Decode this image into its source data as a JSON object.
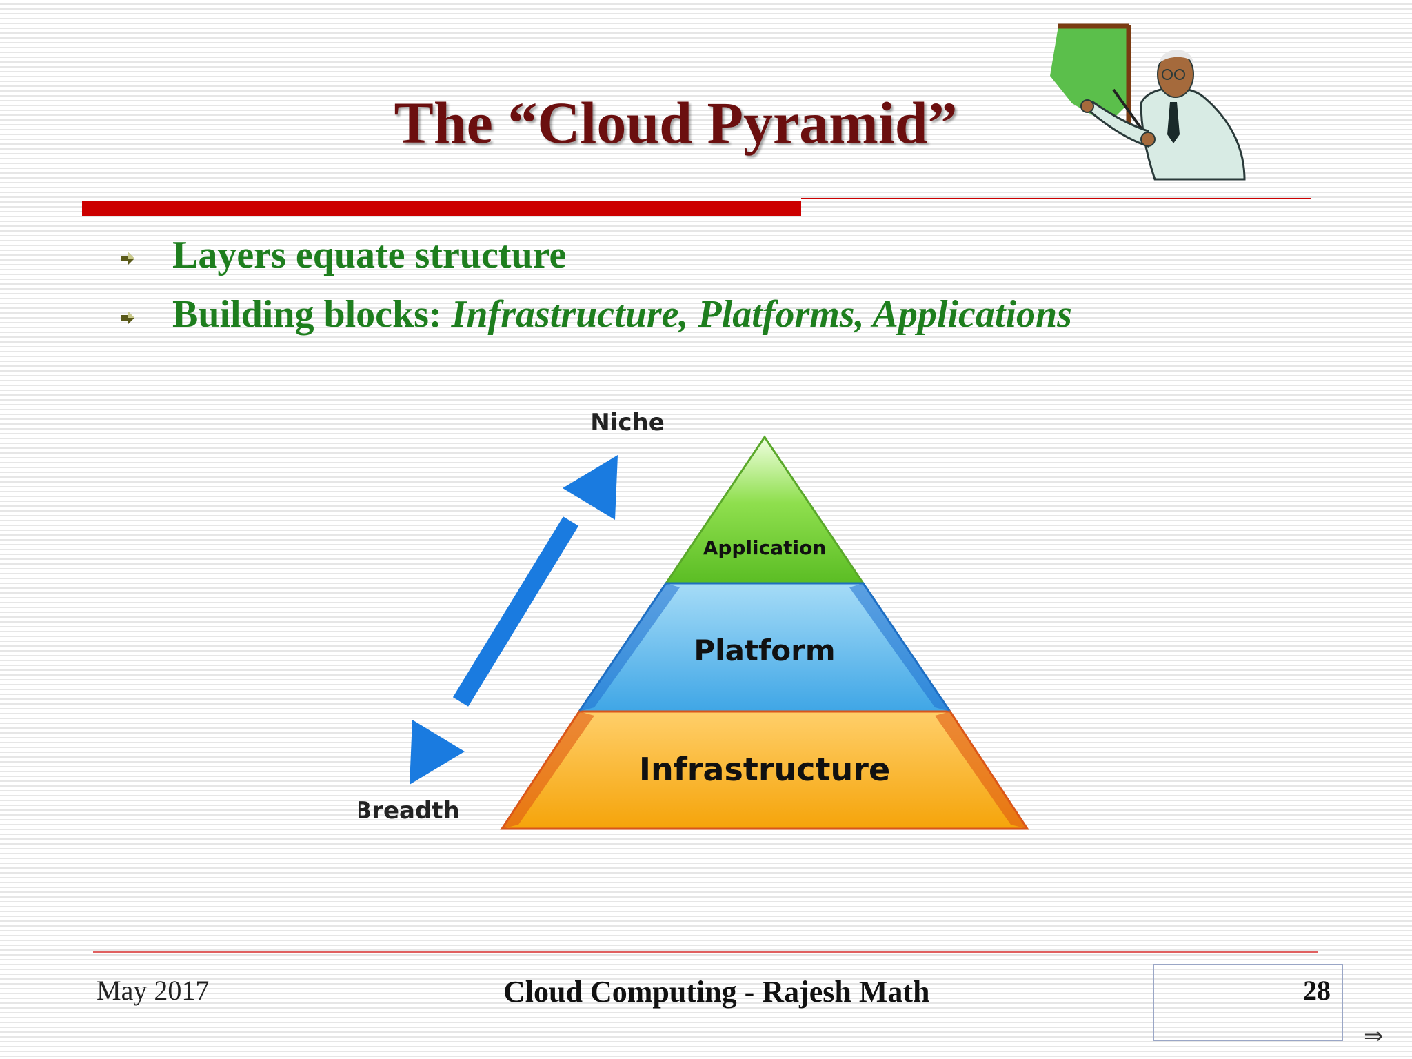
{
  "slide": {
    "title": "The “Cloud Pyramid”",
    "bullets": [
      {
        "text": "Layers equate structure"
      },
      {
        "lead": "Building blocks: ",
        "italic": "Infrastructure, Platforms, Applications"
      }
    ]
  },
  "diagram": {
    "layers": [
      {
        "label": "Application",
        "color": "#6fcf35"
      },
      {
        "label": "Platform",
        "color": "#4fb3ea"
      },
      {
        "label": "Infrastructure",
        "color": "#f5a914"
      }
    ],
    "axis": {
      "top_label": "Niche",
      "bottom_label": "Breadth",
      "arrow_color": "#1a7be0"
    }
  },
  "footer": {
    "date": "May 2017",
    "center": "Cloud Computing - Rajesh Math",
    "page": "28",
    "next_symbol": "⇒"
  },
  "colors": {
    "title": "#6b0f0f",
    "accent_rule": "#cc0000",
    "bullet_text": "#1e7e1e"
  }
}
